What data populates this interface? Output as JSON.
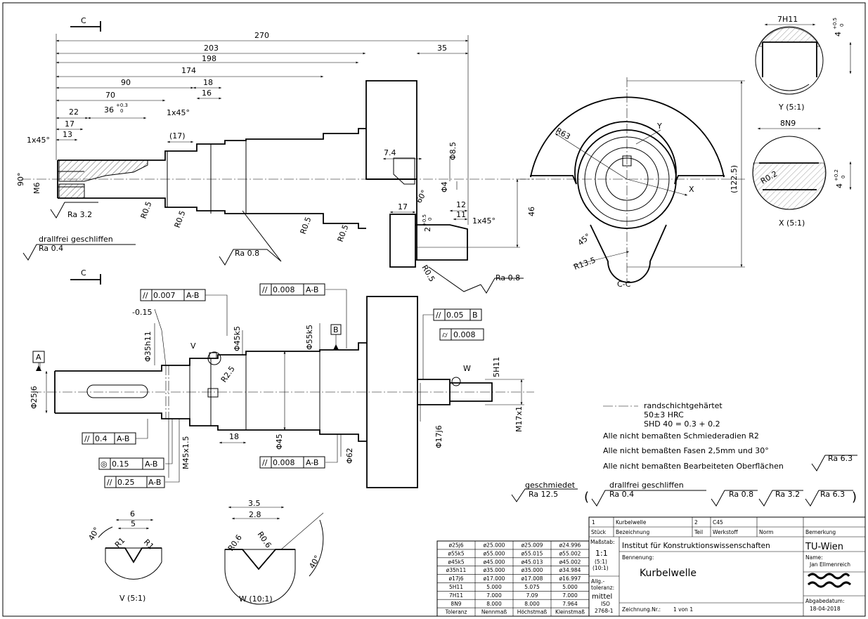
{
  "sections": {
    "c1": "C",
    "c2": "C",
    "cc": "C-C",
    "y": "Y (5:1)",
    "x": "X (5:1)",
    "v": "V (5:1)",
    "w": "W (10:1)",
    "ylbl": "Y",
    "xlbl": "X",
    "vlbl": "V",
    "wlbl": "W"
  },
  "dims_top": {
    "d270": "270",
    "d203": "203",
    "d198": "198",
    "d174": "174",
    "d90": "90",
    "d70": "70",
    "d22": "22",
    "d36": "36",
    "d36tol_up": "+0.3",
    "d36tol_lo": "0",
    "d17": "17",
    "d13": "13",
    "d18": "18",
    "d16": "16",
    "d1x45": "1x45°",
    "d1x45b": "1x45°",
    "d17p": "(17)",
    "d35": "35",
    "d7_4": "7.4",
    "dphi8_5": "Φ8.5",
    "dphi4": "Φ4",
    "d60": "60°",
    "d90deg": "90°",
    "dM6": "M6",
    "d12": "12",
    "d11": "11",
    "d17b": "17",
    "d1x45c": "1x45°",
    "d2": "2",
    "d2tol_up": "+0.5",
    "d2tol_lo": "0",
    "d46": "46",
    "r05a": "R0.5",
    "r05b": "R0.5",
    "r05c": "R0.5",
    "r05d": "R0.5",
    "r05e": "R0.5"
  },
  "roughness": {
    "ra32": "Ra 3.2",
    "drallfrei": "drallfrei geschliffen",
    "ra04": "Ra 0.4",
    "ra08a": "Ra 0.8",
    "ra08b": "Ra 0.8"
  },
  "crank_view": {
    "r63": "R63",
    "d122_5": "(122.5)",
    "d45": "45°",
    "r13_5": "R13.5"
  },
  "detail_y": {
    "d7h11": "7H11",
    "tol": "4",
    "tol_up": "+0.5",
    "tol_lo": "0"
  },
  "detail_x": {
    "d8n9": "8N9",
    "r02": "R0.2",
    "tol": "4",
    "tol_up": "+0.2",
    "tol_lo": "0"
  },
  "dims_bottom": {
    "par1": "0.007",
    "ab1": "A-B",
    "m015": "-0.15",
    "phi35h11": "Φ35h11",
    "phi45k5": "Φ45k5",
    "r2_5": "R2.5",
    "par2": "0.008",
    "ab2": "A-B",
    "phi55k5": "Φ55k5",
    "datB": "B",
    "par3": "0.05",
    "datB2": "B",
    "flat": "0.008",
    "phi25j6": "Φ25j6",
    "datA": "A",
    "d5h11": "5H11",
    "m17x1": "M17x1",
    "phi17j6": "Φ17j6",
    "par4": "0.4",
    "ab4": "A-B",
    "d18": "18",
    "phi45": "Φ45",
    "phi62": "Φ62",
    "par5": "0.008",
    "ab5": "A-B",
    "conc": "0.15",
    "ab6": "A-B",
    "m45": "M45x1.5",
    "par6": "0.25",
    "ab7": "A-B"
  },
  "notes": {
    "legend": "randschichtgehärtet",
    "hrc": "50±3 HRC",
    "shd": "SHD 40 = 0.3 + 0.2",
    "n1": "Alle nicht bemaßten Schmiederadien R2",
    "n2": "Alle nicht bemaßten Fasen 2,5mm und 30°",
    "n3": "Alle nicht bemaßten Bearbeiteten Oberflächen",
    "ra63": "Ra 6.3",
    "geschmiedet": "geschmiedet",
    "ra12_5": "Ra 12.5",
    "drallfrei2": "drallfrei geschliffen",
    "ra04b": "Ra 0.4",
    "ra08c": "Ra 0.8",
    "ra32b": "Ra 3.2",
    "ra63b": "Ra 6.3",
    "paren_l": "(",
    "paren_r": ")"
  },
  "detail_v": {
    "d6": "6",
    "d5": "5",
    "d40": "40°",
    "r1a": "R1",
    "r1b": "R1"
  },
  "detail_w": {
    "d3_5": "3.5",
    "d2_8": "2.8",
    "r06a": "R0.6",
    "r06b": "R0.6",
    "d40": "40°"
  },
  "tolerance_table": {
    "headers": [
      "Toleranz",
      "Nennmaß",
      "Höchstmaß",
      "Kleinstmaß"
    ],
    "rows": [
      [
        "ø25j6",
        "ø25.000",
        "ø25.009",
        "ø24.996"
      ],
      [
        "ø55k5",
        "ø55.000",
        "ø55.015",
        "ø55.002"
      ],
      [
        "ø45k5",
        "ø45.000",
        "ø45.013",
        "ø45.002"
      ],
      [
        "ø35h11",
        "ø35.000",
        "ø35.000",
        "ø34.984"
      ],
      [
        "ø17j6",
        "ø17.000",
        "ø17.008",
        "ø16.997"
      ],
      [
        "5H11",
        "5.000",
        "5.075",
        "5.000"
      ],
      [
        "7H11",
        "7.000",
        "7.09",
        "7.000"
      ],
      [
        "8N9",
        "8.000",
        "8.000",
        "7.964"
      ]
    ]
  },
  "title_block": {
    "stueck_val": "1",
    "bez_val": "Kurbelwelle",
    "teil_val": "2",
    "werkstoff_val": "C45",
    "stueck": "Stück",
    "bez": "Bezeichnung",
    "teil": "Teil",
    "werkstoff": "Werkstoff",
    "norm": "Norm",
    "bemerkung": "Bemerkung",
    "massstab": "Maßstab:",
    "scale1": "1:1",
    "scale2": "(5:1)",
    "scale3": "(10:1)",
    "institut": "Institut für Konstruktionswissenschaften",
    "tuwien": "TU-Wien",
    "benennung": "Bennenung:",
    "titel": "Kurbelwelle",
    "name_lbl": "Name:",
    "name": "Jan Ellmenreich",
    "allg": "Allg.-",
    "tol_lbl": "toleranz:",
    "mittel": "mittel",
    "iso": "ISO",
    "iso2": "2768-1",
    "zeichnr": "Zeichnung.Nr.:",
    "blatt": "1 von 1",
    "abgabe": "Abgabedatum:",
    "datum": "18-04-2018"
  }
}
